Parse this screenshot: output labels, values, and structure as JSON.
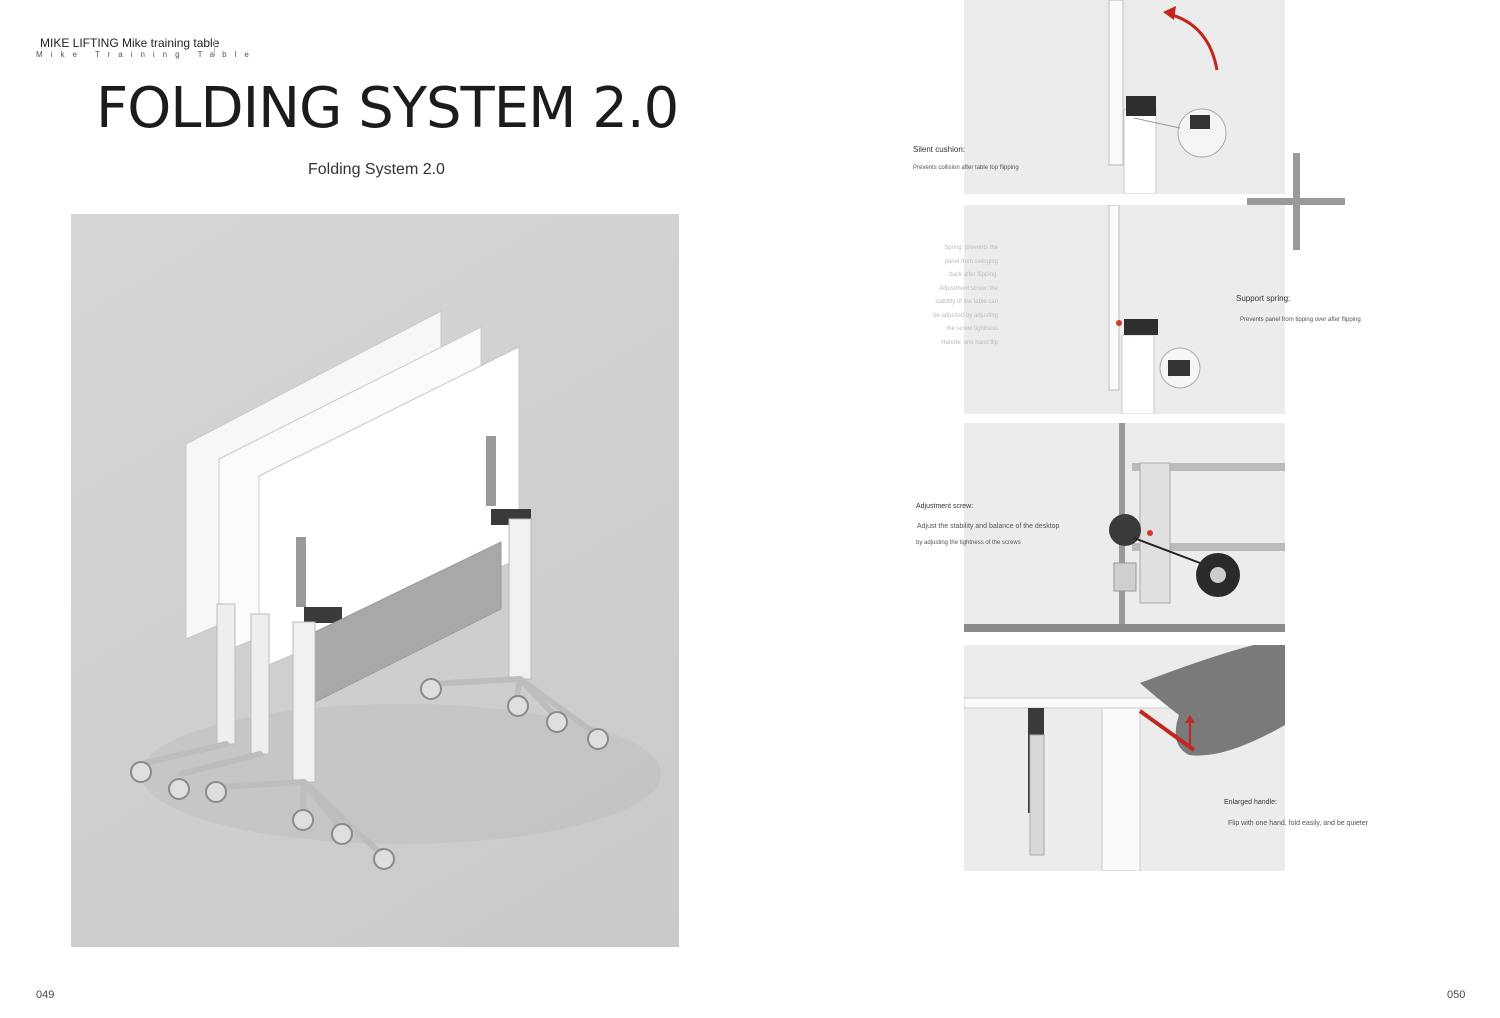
{
  "header": {
    "brand": "MIKE LIFTING Mike training table",
    "brand_sub": "Mike Training Table"
  },
  "title": "FOLDING SYSTEM 2.0",
  "subtitle": "Folding System 2.0",
  "features": [
    {
      "title": "Silent cushion:",
      "desc": "Prevents collision after table top flipping"
    },
    {
      "title": "Support spring:",
      "desc": "Prevents panel from tipping over after flipping"
    },
    {
      "title": "Adjustment screw:",
      "desc": "Adjust the stability and balance of the desktop",
      "desc2": "by adjusting the tightness of the screws"
    },
    {
      "title": "Enlarged handle:",
      "desc": "Flip with one hand, fold easily, and be quieter"
    }
  ],
  "faded_lines": [
    "Spring: prevents the",
    "panel from swinging",
    "back after flipping.",
    "Adjustment screw: the",
    "stability of the table can",
    "be adjusted by adjusting",
    "the screw tightness",
    "Handle: one hand flip"
  ],
  "pages": {
    "left": "049",
    "right": "050"
  },
  "colors": {
    "accent_red": "#d23a2a",
    "background": "#ffffff",
    "photo_bg": "#cfcfcf"
  }
}
